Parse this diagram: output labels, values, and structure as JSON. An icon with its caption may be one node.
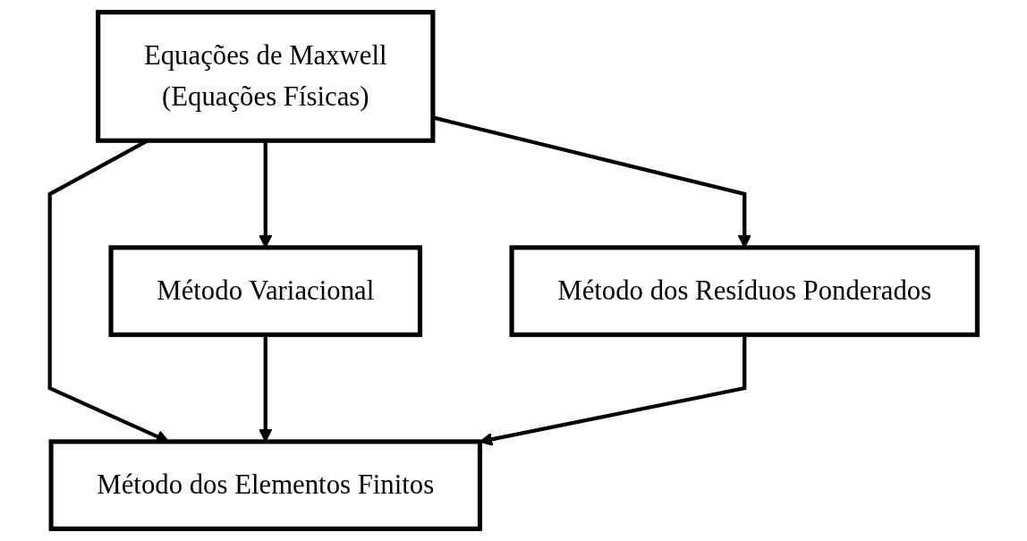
{
  "diagram": {
    "nodes": [
      {
        "text": [
          "Equações de Maxwell",
          "(Equações Físicas)"
        ]
      },
      {
        "text": [
          "Método Variacional"
        ]
      },
      {
        "text": [
          "Método dos Resíduos Ponderados"
        ]
      },
      {
        "text": [
          "Método dos Elementos Finitos"
        ]
      }
    ],
    "edges": [
      {
        "from": 0,
        "to": 1,
        "arrow": "to"
      },
      {
        "from": 0,
        "to": 3,
        "arrow": "to"
      },
      {
        "from": 0,
        "to": 2,
        "arrow": "to"
      },
      {
        "from": 1,
        "to": 3,
        "arrow": "to"
      },
      {
        "from": 2,
        "to": 3,
        "arrow": "to"
      }
    ]
  }
}
